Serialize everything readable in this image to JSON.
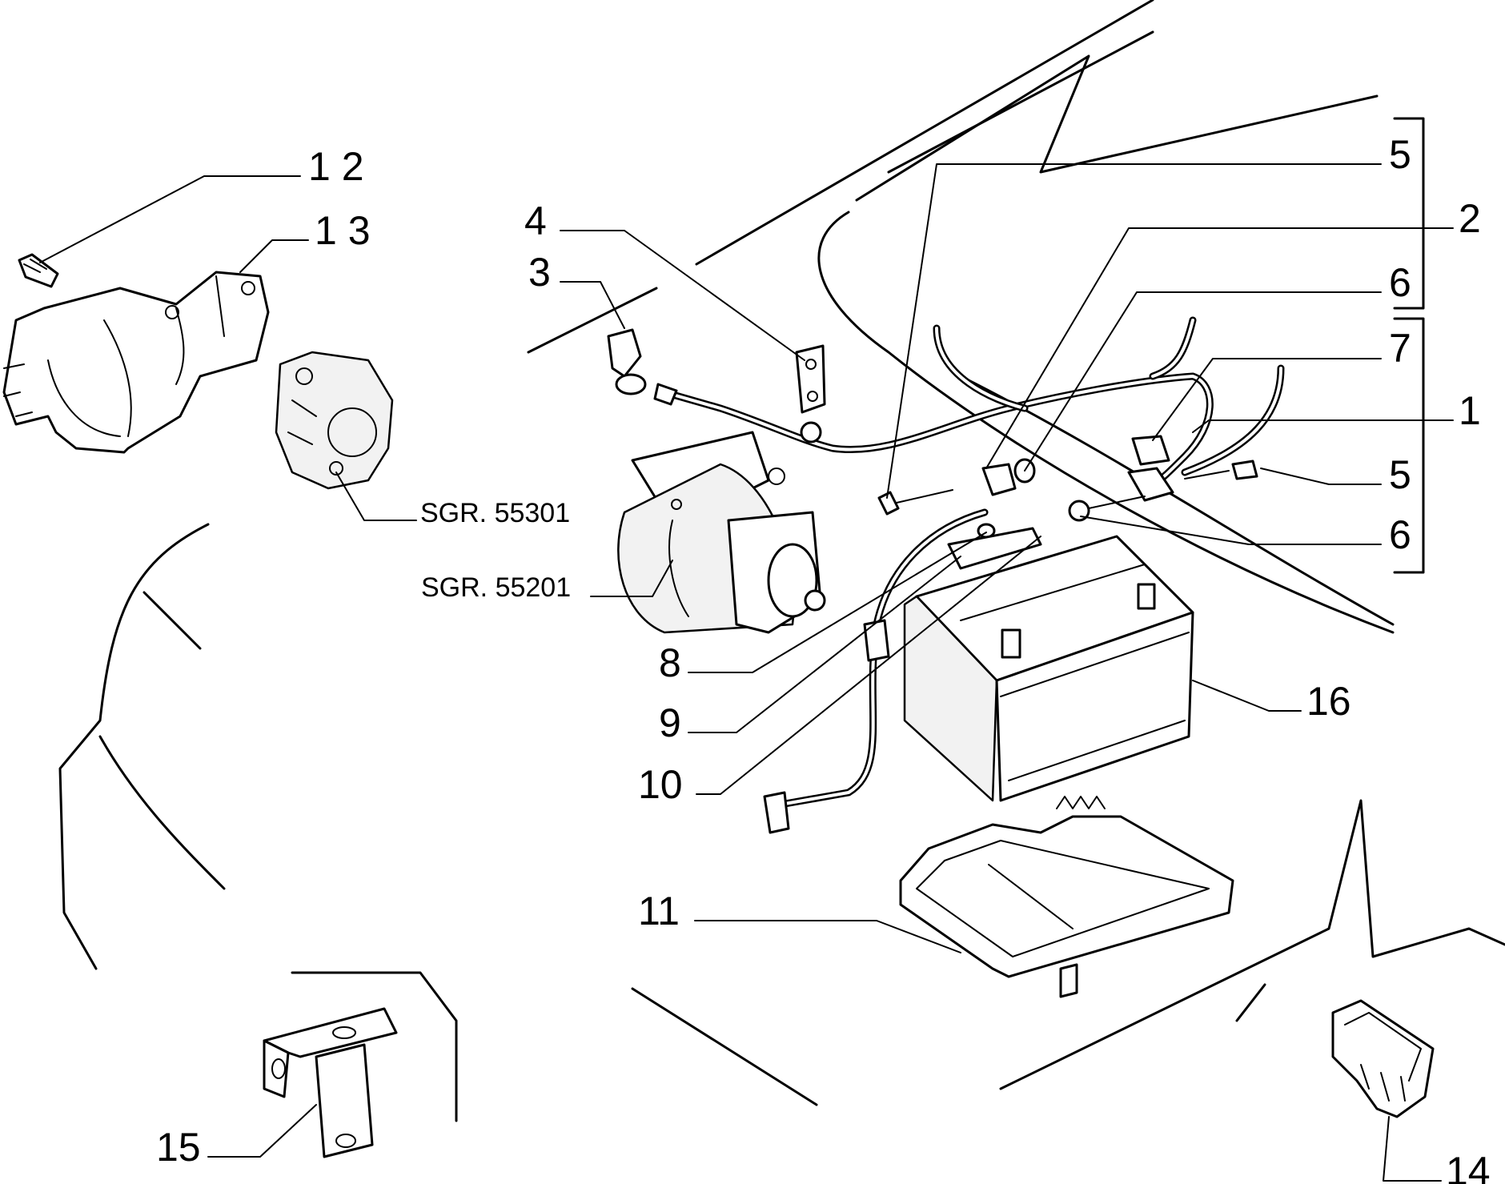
{
  "callouts": {
    "c1": "1",
    "c2": "2",
    "c3": "3",
    "c4": "4",
    "c5a": "5",
    "c5b": "5",
    "c6a": "6",
    "c6b": "6",
    "c7": "7",
    "c8": "8",
    "c9": "9",
    "c10": "10",
    "c11": "11",
    "c12": "1 2",
    "c13": "1 3",
    "c14": "14",
    "c15": "15",
    "c16": "16"
  },
  "references": {
    "alternator": "SGR. 55301",
    "starter": "SGR. 55201"
  }
}
